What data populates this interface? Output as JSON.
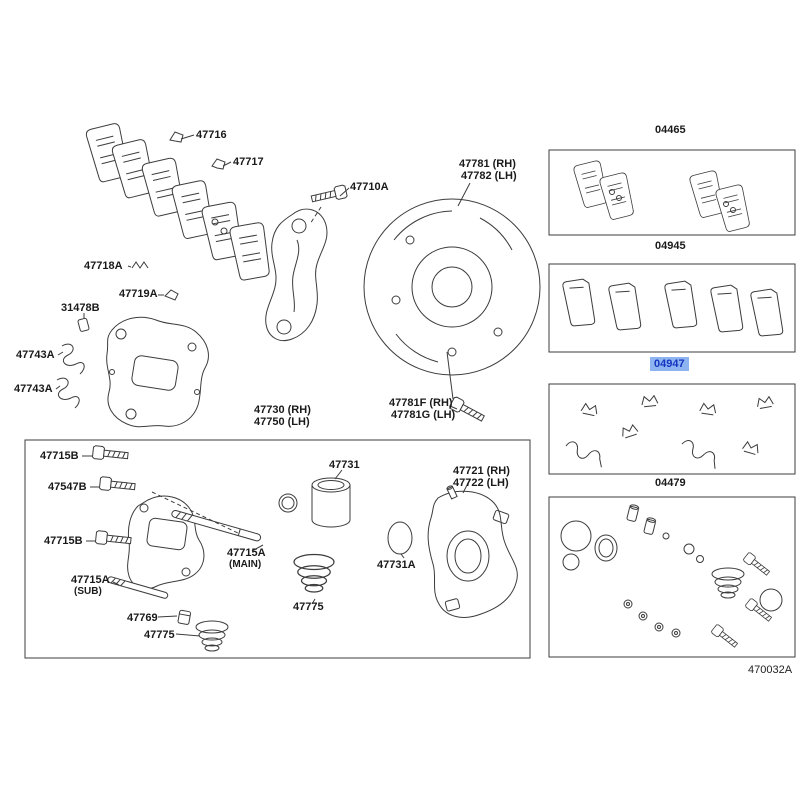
{
  "diagram": {
    "code": "470032A",
    "description": "front disc brake caliper exploded parts diagram"
  },
  "colors": {
    "line": "#3c3c3c",
    "label_text": "#1a1a1a",
    "highlight_bg": "#8db4f0",
    "highlight_text": "#1535c0",
    "background": "#ffffff"
  },
  "kits": {
    "pads": {
      "label": "04465",
      "highlighted": false
    },
    "shims": {
      "label": "04945",
      "highlighted": false
    },
    "fittings": {
      "label": "04947",
      "highlighted": true
    },
    "cylinder": {
      "label": "04479",
      "highlighted": false
    }
  },
  "labels": {
    "l47716": "47716",
    "l47717": "47717",
    "l47710A": "47710A",
    "l47718A": "47718A",
    "l47719A": "47719A",
    "l31478B": "31478B",
    "l47743A_1": "47743A",
    "l47743A_2": "47743A",
    "l47781_rh": "47781 (RH)",
    "l47782_lh": "47782 (LH)",
    "l47781F_rh": "47781F (RH)",
    "l47781G_lh": "47781G (LH)",
    "l47730_rh": "47730 (RH)",
    "l47750_lh": "47750 (LH)",
    "l47715B_1": "47715B",
    "l47547B": "47547B",
    "l47715B_2": "47715B",
    "l47715A_main": "47715A",
    "l47715A_main_sub": "(MAIN)",
    "l47715A_sub": "47715A",
    "l47715A_sub_sub": "(SUB)",
    "l47769": "47769",
    "l47775_1": "47775",
    "l47731": "47731",
    "l47731A": "47731A",
    "l47775_2": "47775",
    "l47721_rh": "47721 (RH)",
    "l47722_lh": "47722 (LH)",
    "code": "470032A"
  }
}
